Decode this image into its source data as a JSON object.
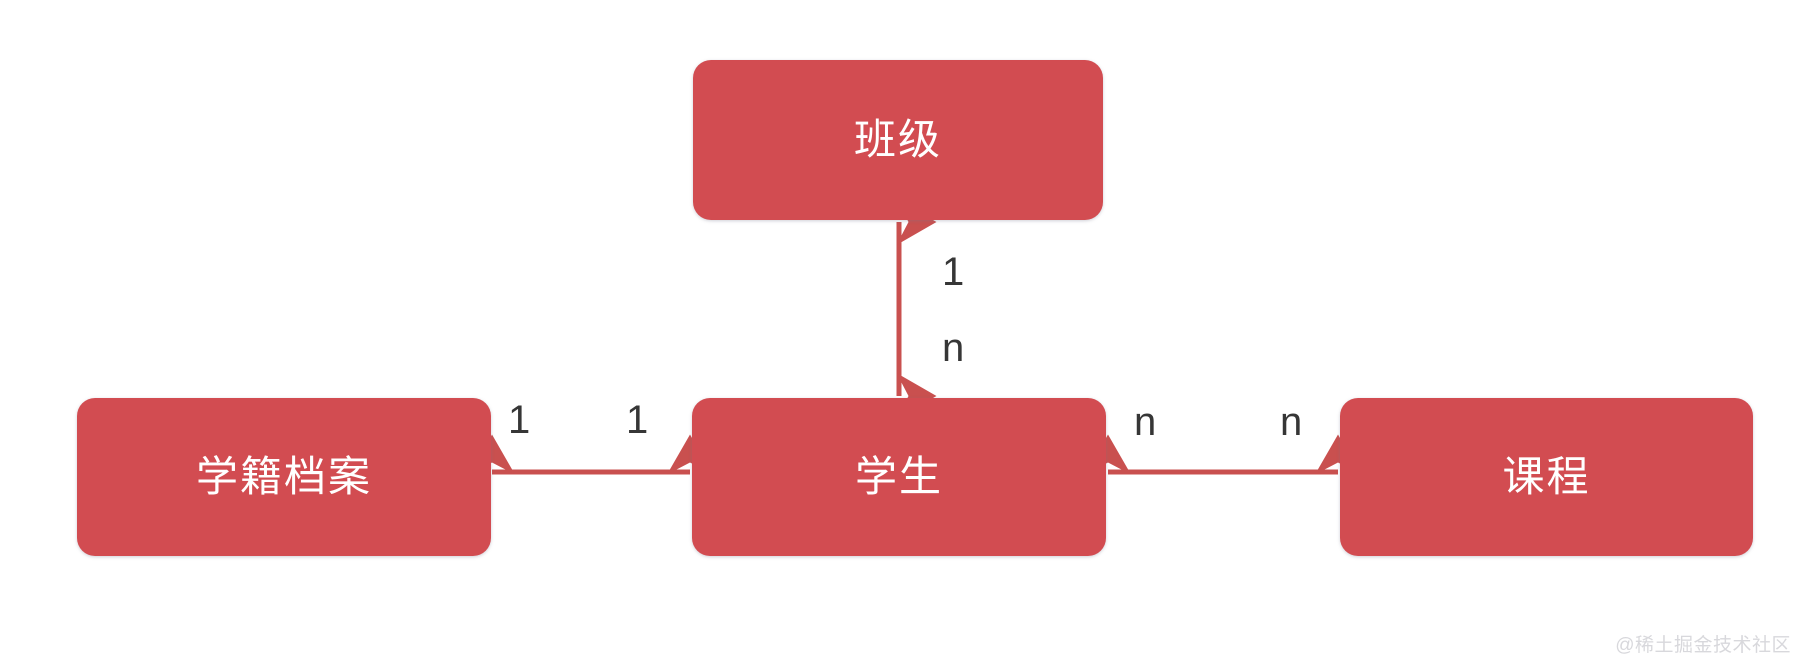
{
  "diagram": {
    "type": "entity-relationship",
    "background_color": "#FFFFFF",
    "entity_color": "#D24C51",
    "entity_text_color": "#FFFFFF",
    "connector_color": "#C9504F",
    "label_text_color": "#363636",
    "entities": [
      {
        "id": "class",
        "label": "班级"
      },
      {
        "id": "student",
        "label": "学生"
      },
      {
        "id": "archive",
        "label": "学籍档案"
      },
      {
        "id": "course",
        "label": "课程"
      }
    ],
    "relationships": [
      {
        "id": "class-student",
        "from": "class",
        "to": "student",
        "orientation": "vertical",
        "arrows": "both",
        "from_cardinality": "1",
        "to_cardinality": "n"
      },
      {
        "id": "archive-student",
        "from": "archive",
        "to": "student",
        "orientation": "horizontal",
        "arrows": "both",
        "from_cardinality": "1",
        "to_cardinality": "1"
      },
      {
        "id": "student-course",
        "from": "student",
        "to": "course",
        "orientation": "horizontal",
        "arrows": "both",
        "from_cardinality": "n",
        "to_cardinality": "n"
      }
    ]
  },
  "watermark": {
    "text": "@稀土掘金技术社区"
  }
}
